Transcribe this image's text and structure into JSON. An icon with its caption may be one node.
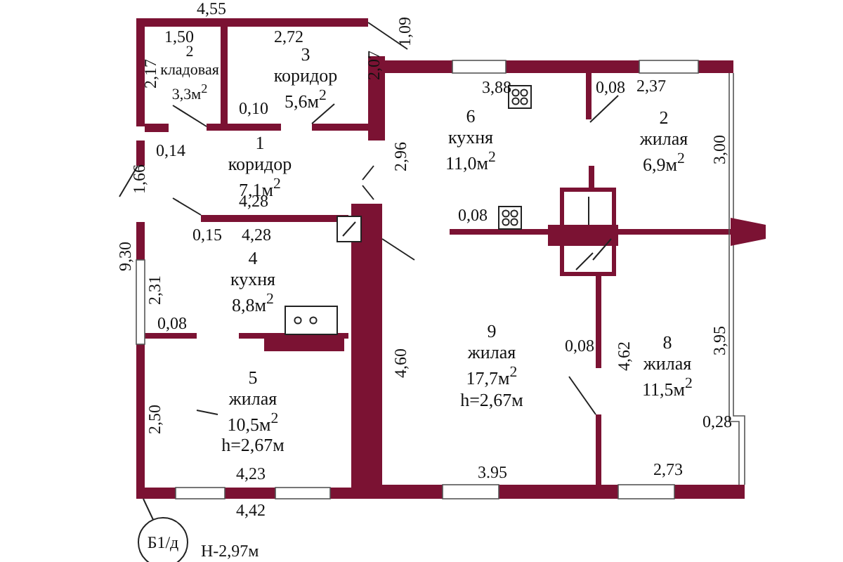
{
  "diagram": {
    "nodes": [
      {
        "text": [
          "2",
          "кладовая",
          "3,3м$^{2}$"
        ]
      },
      {
        "text": [
          "3",
          "коридор",
          "5,6м$^{2}$"
        ]
      },
      {
        "text": [
          "1",
          "коридор",
          "7,1м$^{2}$"
        ]
      },
      {
        "text": [
          "4",
          "кухня",
          "8,8м$^{2}$"
        ]
      },
      {
        "text": [
          "5",
          "жилая",
          "10,5м$^{2}$",
          "h=2,67м"
        ]
      },
      {
        "text": [
          "6",
          "кухня",
          "11,0м$^{2}$"
        ]
      },
      {
        "text": [
          "2",
          "жилая",
          "6,9м$^{2}$"
        ]
      },
      {
        "text": [
          "9",
          "жилая",
          "17,7м$^{2}$",
          "h=2,67м"
        ]
      },
      {
        "text": [
          "8",
          "жилая",
          "11,5м$^{2}$"
        ]
      },
      {
        "text": [
          "Б1/д"
        ],
        "beside": [
          "Н-2,97м"
        ]
      }
    ],
    "labels": [
      "4,55",
      "1,50",
      "2,72",
      "1,09",
      "2,17",
      "2,07",
      "3,88",
      "0,08",
      "2,37",
      "0,10",
      "0,14",
      "1,66",
      "2,96",
      "3,00",
      "4,28",
      "9,30",
      "0,15",
      "4,28",
      "0,08",
      "2,31",
      "0,08",
      "3,95",
      "4,60",
      "0,08",
      "4,62",
      "2,50",
      "0,28",
      "4,23",
      "3.95",
      "2,73",
      "4,42"
    ]
  }
}
